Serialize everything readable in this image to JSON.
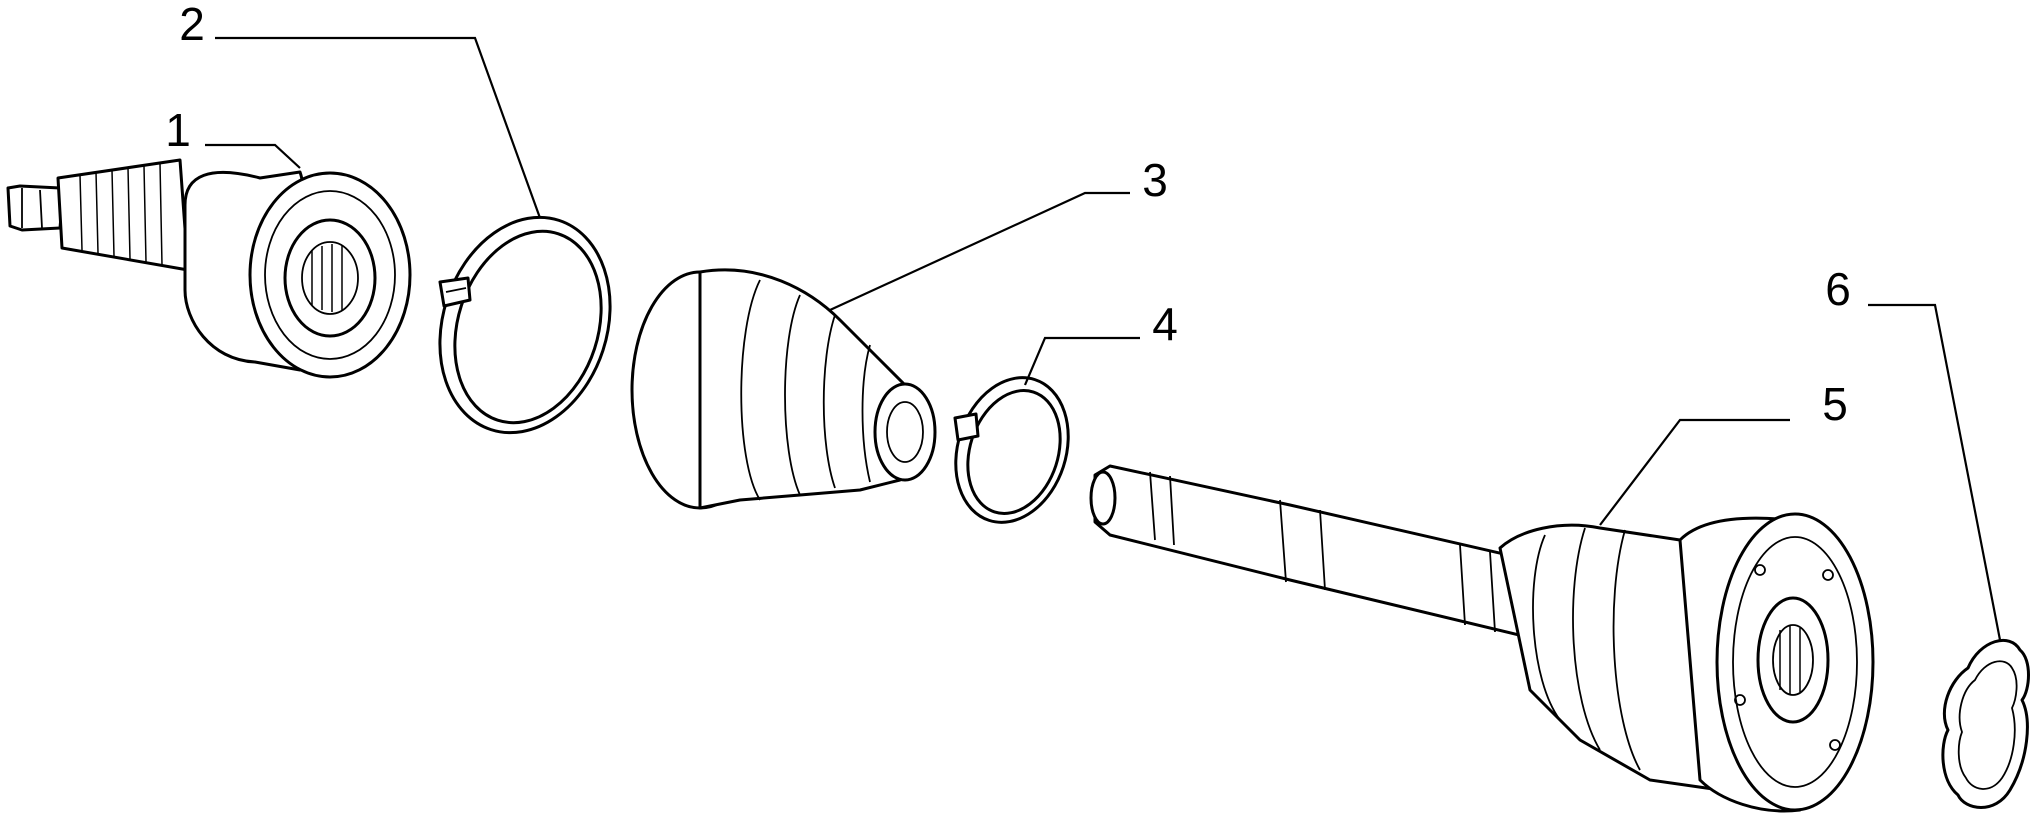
{
  "callouts": [
    {
      "number": "1"
    },
    {
      "number": "2"
    },
    {
      "number": "3"
    },
    {
      "number": "4"
    },
    {
      "number": "5"
    },
    {
      "number": "6"
    }
  ]
}
